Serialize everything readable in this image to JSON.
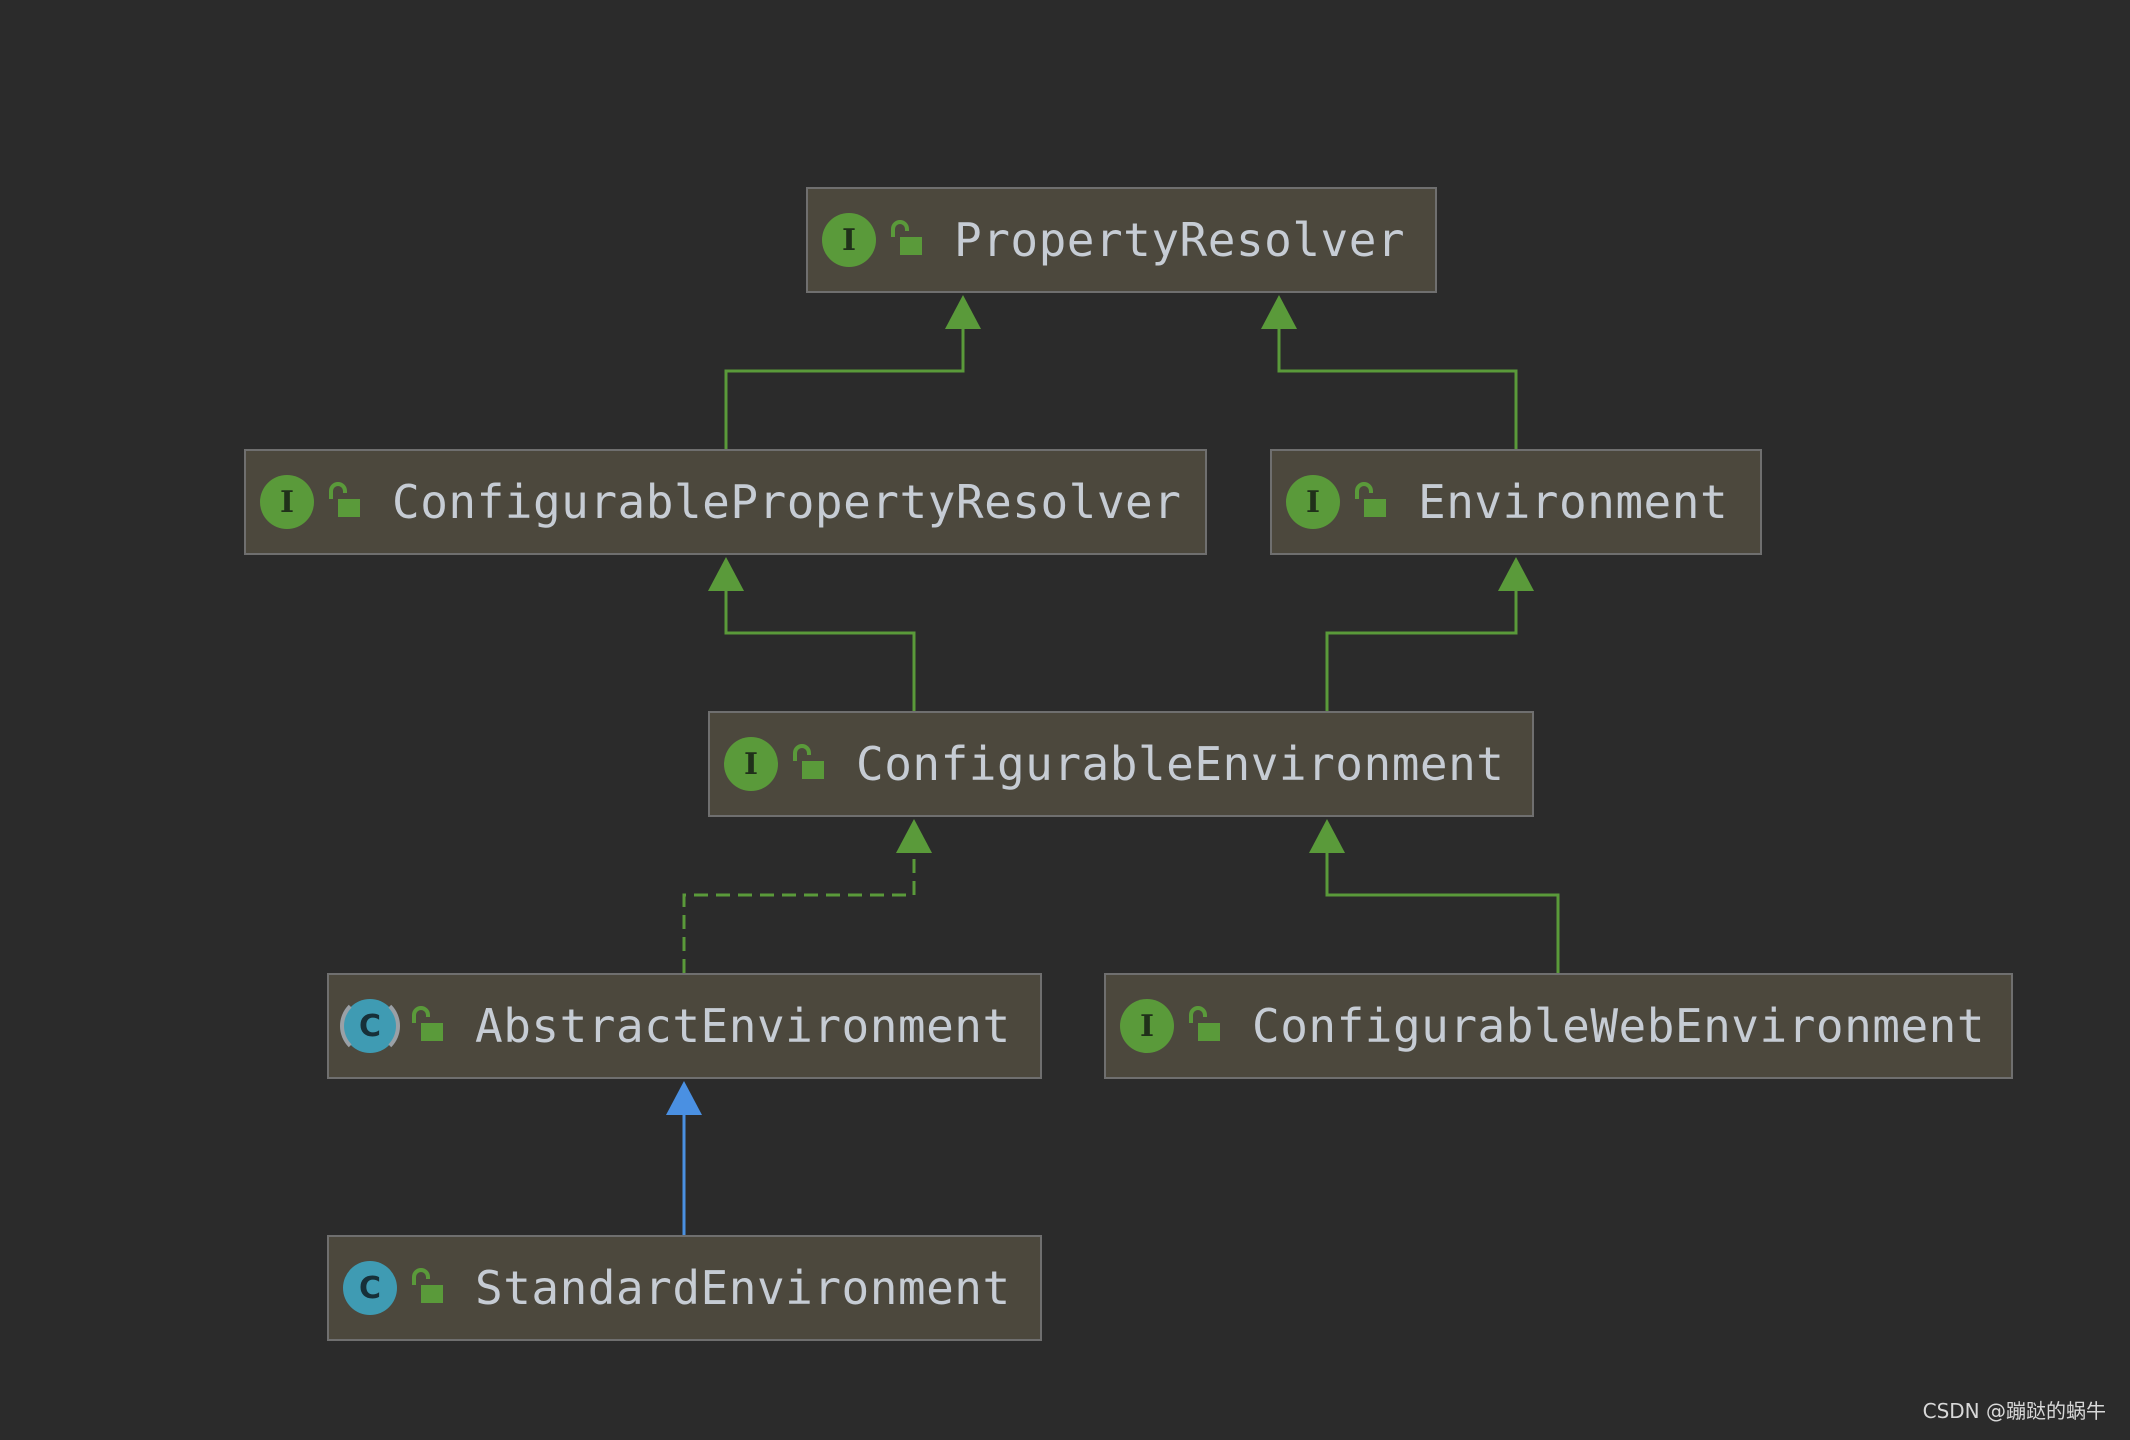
{
  "diagram": {
    "nodes": [
      {
        "id": "property-resolver",
        "label": "PropertyResolver",
        "kind": "interface",
        "badge_letter": "I",
        "icon": "unlocked-padlock-icon"
      },
      {
        "id": "configurable-property-resolver",
        "label": "ConfigurablePropertyResolver",
        "kind": "interface",
        "badge_letter": "I",
        "icon": "unlocked-padlock-icon"
      },
      {
        "id": "environment",
        "label": "Environment",
        "kind": "interface",
        "badge_letter": "I",
        "icon": "unlocked-padlock-icon"
      },
      {
        "id": "configurable-environment",
        "label": "ConfigurableEnvironment",
        "kind": "interface",
        "badge_letter": "I",
        "icon": "unlocked-padlock-icon"
      },
      {
        "id": "abstract-environment",
        "label": "AbstractEnvironment",
        "kind": "abstract-class",
        "badge_letter": "C",
        "icon": "unlocked-padlock-icon"
      },
      {
        "id": "configurable-web-environment",
        "label": "ConfigurableWebEnvironment",
        "kind": "interface",
        "badge_letter": "I",
        "icon": "unlocked-padlock-icon"
      },
      {
        "id": "standard-environment",
        "label": "StandardEnvironment",
        "kind": "class",
        "badge_letter": "C",
        "icon": "unlocked-padlock-icon"
      }
    ],
    "edges": [
      {
        "from": "configurable-property-resolver",
        "to": "property-resolver",
        "type": "extends"
      },
      {
        "from": "environment",
        "to": "property-resolver",
        "type": "extends"
      },
      {
        "from": "configurable-environment",
        "to": "configurable-property-resolver",
        "type": "extends"
      },
      {
        "from": "configurable-environment",
        "to": "environment",
        "type": "extends"
      },
      {
        "from": "abstract-environment",
        "to": "configurable-environment",
        "type": "implements"
      },
      {
        "from": "configurable-web-environment",
        "to": "configurable-environment",
        "type": "extends"
      },
      {
        "from": "standard-environment",
        "to": "abstract-environment",
        "type": "class-extends"
      }
    ],
    "colors": {
      "background": "#2b2b2b",
      "node_fill": "#4c483d",
      "node_border": "#6f6f6f",
      "label_text": "#c6ccd4",
      "interface_edge": "#5a9a3a",
      "class_edge": "#4a90e2",
      "interface_badge": "#5a9a3a",
      "class_badge": "#3f9bb3"
    }
  },
  "watermark": "CSDN @蹦跶的蜗牛"
}
